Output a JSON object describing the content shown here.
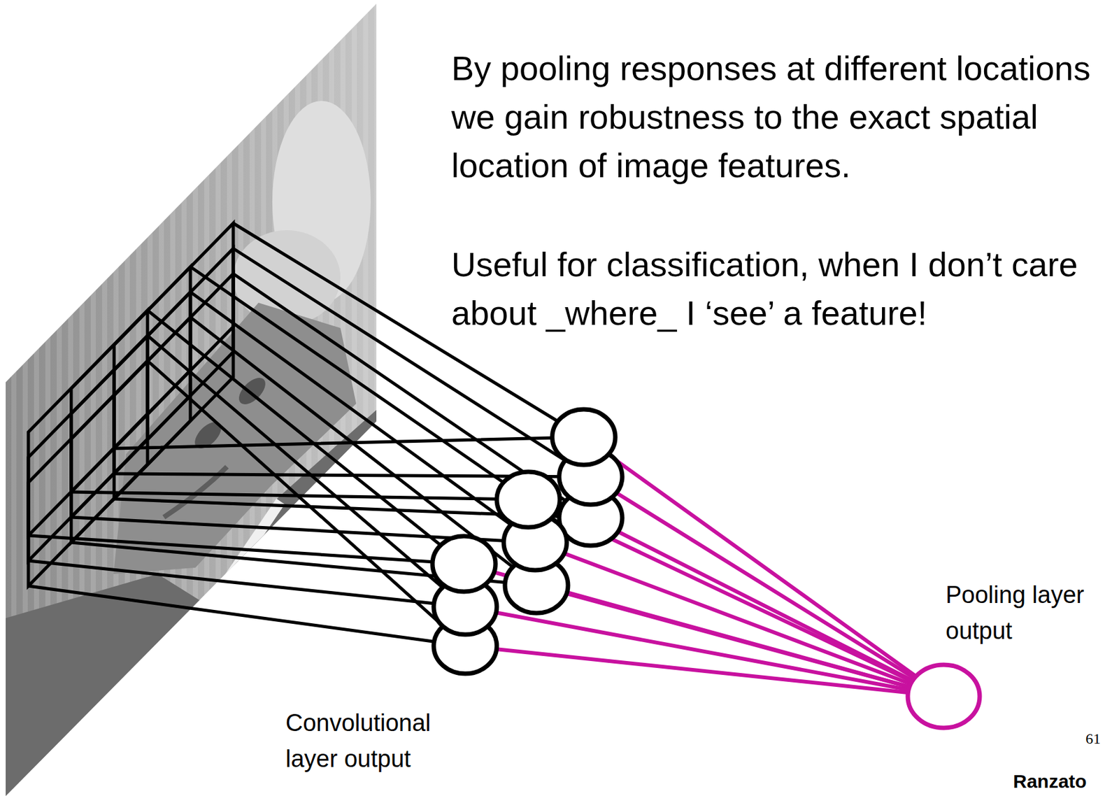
{
  "diagram": {
    "nodes": [
      {
        "text": [
          "Convolutional layer output"
        ]
      },
      {
        "text": [
          "Pooling layer output"
        ]
      }
    ],
    "edges": [
      {
        "from": 0,
        "to": 1,
        "arrow": "none"
      }
    ],
    "labels": [
      "By pooling responses at different locations we gain robustness to the exact spatial location of image features.",
      "Useful for classification, when I don’t care about _where_ I ‘see’ a feature!",
      "61",
      "Ranzato"
    ]
  }
}
